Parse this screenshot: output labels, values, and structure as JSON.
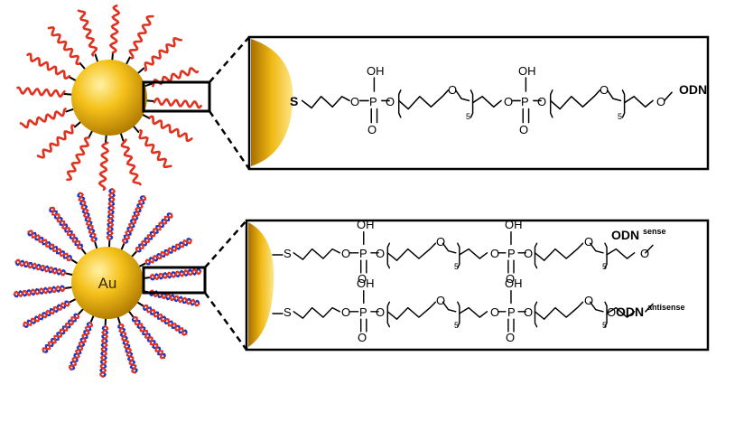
{
  "colors": {
    "gold_light": "#fff1a6",
    "gold_mid": "#f5c21b",
    "gold_dark": "#b07a00",
    "strand_red": "#e0321e",
    "strand_blue": "#1b36c9",
    "outline": "#000000"
  },
  "top_panel": {
    "sulfur_label": "S",
    "phosphate_1": {
      "oh": "OH",
      "p": "P",
      "o_double": "O",
      "o_left": "O",
      "o_right": "O"
    },
    "peg_1": {
      "ether_o": "O",
      "repeat": "5"
    },
    "phosphate_2": {
      "oh": "OH",
      "p": "P",
      "o_double": "O",
      "o_left": "O",
      "o_right": "O"
    },
    "peg_2": {
      "ether_o": "O",
      "repeat": "5"
    },
    "terminal_o": "O",
    "end_label": "ODN"
  },
  "bottom_panel": {
    "particle_label": "Au",
    "strand_sense": {
      "sulfur_label": "S",
      "phosphate_1": {
        "oh": "OH",
        "p": "P",
        "o_double": "O",
        "o_left": "O",
        "o_right": "O"
      },
      "peg_1": {
        "ether_o": "O",
        "repeat": "5"
      },
      "phosphate_2": {
        "oh": "OH",
        "p": "P",
        "o_double": "O",
        "o_left": "O",
        "o_right": "O"
      },
      "peg_2": {
        "ether_o": "O",
        "repeat": "5"
      },
      "terminal_o": "O",
      "end_label": "ODN",
      "end_superscript": "sense"
    },
    "strand_antisense": {
      "sulfur_label": "S",
      "phosphate_1": {
        "oh": "OH",
        "p": "P",
        "o_double": "O",
        "o_left": "O",
        "o_right": "O"
      },
      "peg_1": {
        "ether_o": "O",
        "repeat": "5"
      },
      "phosphate_2": {
        "oh": "OH",
        "p": "P",
        "o_double": "O",
        "o_left": "O",
        "o_right": "O"
      },
      "peg_2": {
        "ether_o": "O",
        "repeat": "5"
      },
      "terminal_o": "O",
      "end_label": "ODN",
      "end_superscript": "antisense"
    }
  }
}
